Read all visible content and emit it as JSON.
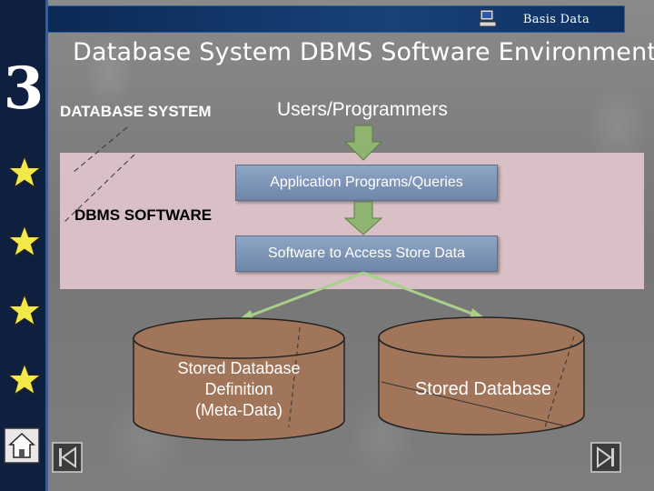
{
  "header": {
    "course_label": "Basis Data",
    "chapter_number": "3"
  },
  "slide": {
    "title": "Database System DBMS Software Environment",
    "label_database_system": "DATABASE SYSTEM",
    "label_users": "Users/Programmers",
    "label_dbms_software": "DBMS SOFTWARE",
    "box_app_programs": "Application Programs/Queries",
    "box_software_access": "Software to Access Store Data",
    "cylinder_left_lines": [
      "Stored Database",
      "Definition",
      "(Meta-Data)"
    ],
    "cylinder_right": "Stored Database"
  },
  "colors": {
    "left_bar": "#0f1f3f",
    "top_bar": "#17427a",
    "dbms_panel": "#d8c0c6",
    "box_fill": "#7d93b5",
    "cylinder_fill": "#a1755a",
    "arrow_green": "#8fb370",
    "star_yellow": "#f3e84a"
  },
  "icons": [
    "computer-icon",
    "star-icon",
    "home-icon",
    "first-slide-icon",
    "last-slide-icon",
    "down-arrow-icon",
    "double-arrow-icon"
  ]
}
